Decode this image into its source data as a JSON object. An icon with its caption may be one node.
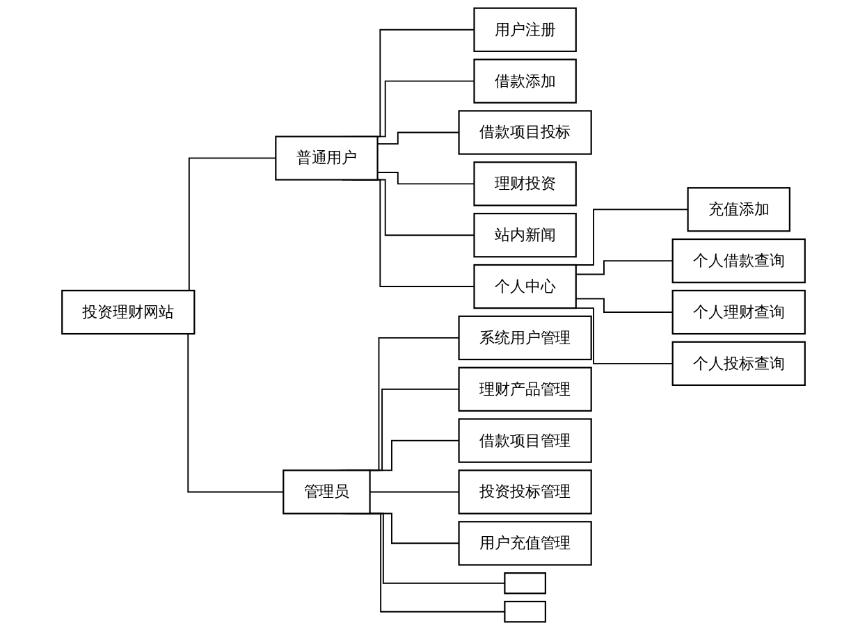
{
  "diagram": {
    "nodes": [
      {
        "text": [
          "投资理财网站"
        ]
      },
      {
        "text": [
          "普通用户"
        ]
      },
      {
        "text": [
          "用户注册"
        ]
      },
      {
        "text": [
          "借款添加"
        ]
      },
      {
        "text": [
          "借款项目投标"
        ]
      },
      {
        "text": [
          "理财投资"
        ]
      },
      {
        "text": [
          "站内新闻"
        ]
      },
      {
        "text": [
          "个人中心"
        ]
      },
      {
        "text": [
          "充值添加"
        ]
      },
      {
        "text": [
          "个人借款查询"
        ]
      },
      {
        "text": [
          "个人理财查询"
        ]
      },
      {
        "text": [
          "个人投标查询"
        ]
      },
      {
        "text": [
          "管理员"
        ]
      },
      {
        "text": [
          "系统用户管理"
        ]
      },
      {
        "text": [
          "理财产品管理"
        ]
      },
      {
        "text": [
          "借款项目管理"
        ]
      },
      {
        "text": [
          "投资投标管理"
        ]
      },
      {
        "text": [
          "用户充值管理"
        ]
      },
      {
        "text": [],
        "shape": "box"
      },
      {
        "text": [],
        "shape": "box"
      }
    ],
    "edges": [
      {
        "from": 0,
        "to": 1,
        "arrow": "none"
      },
      {
        "from": 0,
        "to": 12,
        "arrow": "none"
      },
      {
        "from": 1,
        "to": 2,
        "arrow": "none"
      },
      {
        "from": 1,
        "to": 3,
        "arrow": "none"
      },
      {
        "from": 1,
        "to": 4,
        "arrow": "none"
      },
      {
        "from": 1,
        "to": 5,
        "arrow": "none"
      },
      {
        "from": 1,
        "to": 6,
        "arrow": "none"
      },
      {
        "from": 1,
        "to": 7,
        "arrow": "none"
      },
      {
        "from": 7,
        "to": 8,
        "arrow": "none"
      },
      {
        "from": 7,
        "to": 9,
        "arrow": "none"
      },
      {
        "from": 7,
        "to": 10,
        "arrow": "none"
      },
      {
        "from": 7,
        "to": 11,
        "arrow": "none"
      },
      {
        "from": 12,
        "to": 13,
        "arrow": "none"
      },
      {
        "from": 12,
        "to": 14,
        "arrow": "none"
      },
      {
        "from": 12,
        "to": 15,
        "arrow": "none"
      },
      {
        "from": 12,
        "to": 16,
        "arrow": "none"
      },
      {
        "from": 12,
        "to": 17,
        "arrow": "none"
      },
      {
        "from": 12,
        "to": 18,
        "arrow": "none"
      },
      {
        "from": 12,
        "to": 19,
        "arrow": "none"
      }
    ]
  }
}
